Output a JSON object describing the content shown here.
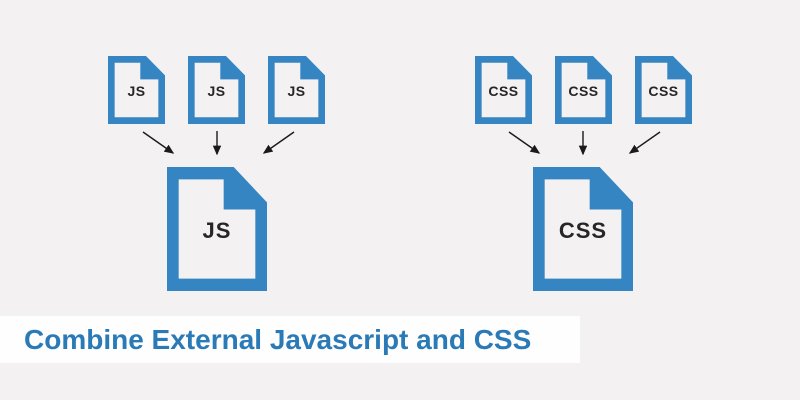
{
  "title": {
    "text": "Combine External Javascript and CSS"
  },
  "colors": {
    "page-bg": "#f3f1f2",
    "banner-bg": "#fefefe",
    "icon-blue": "#3585c2",
    "file-label-dark": "#262626",
    "arrow-color": "#1a1a1a",
    "title-blue": "#2b7ab8"
  },
  "groups": [
    {
      "name": "javascript",
      "sources": [
        "JS",
        "JS",
        "JS"
      ],
      "target": "JS"
    },
    {
      "name": "css",
      "sources": [
        "CSS",
        "CSS",
        "CSS"
      ],
      "target": "CSS"
    }
  ]
}
